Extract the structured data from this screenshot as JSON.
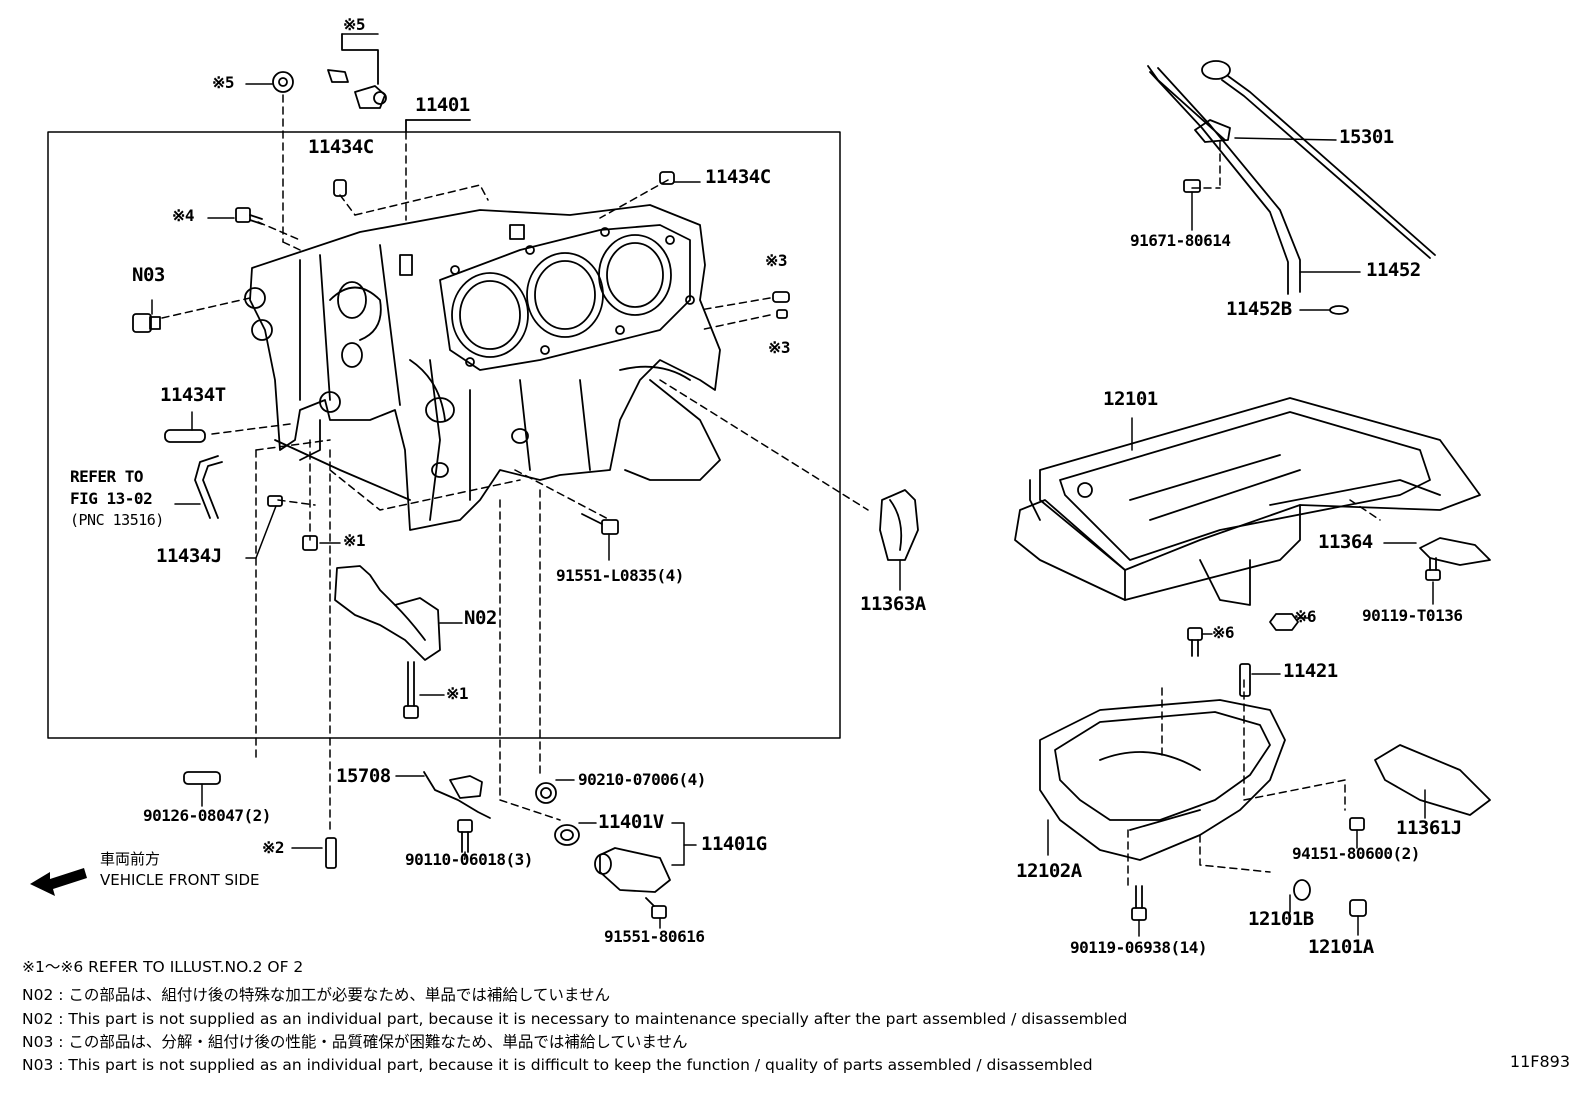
{
  "labels": {
    "ref5_top": "※5",
    "ref5_left": "※5",
    "p11401": "11401",
    "p11434C_a": "11434C",
    "p11434C_b": "11434C",
    "ref4": "※4",
    "n03": "N03",
    "ref3_a": "※3",
    "ref3_b": "※3",
    "p11434T": "11434T",
    "refer_to_1": "REFER TO",
    "refer_to_2": "FIG 13-02",
    "refer_to_3": "(PNC 13516)",
    "p11434J": "11434J",
    "ref1_a": "※1",
    "n02": "N02",
    "ref1_b": "※1",
    "p91551L0835": "91551-L0835(4)",
    "p11363A": "11363A",
    "p15301": "15301",
    "p91671": "91671-80614",
    "p11452": "11452",
    "p11452B": "11452B",
    "p12101": "12101",
    "p11364": "11364",
    "p90119T0136": "90119-T0136",
    "ref6_a": "※6",
    "ref6_b": "※6",
    "p11421": "11421",
    "p11361J": "11361J",
    "p94151": "94151-80600(2)",
    "p12102A": "12102A",
    "p12101B": "12101B",
    "p12101A": "12101A",
    "p90119_06938": "90119-06938(14)",
    "p90126": "90126-08047(2)",
    "ref2": "※2",
    "p15708": "15708",
    "p90110": "90110-06018(3)",
    "p90210": "90210-07006(4)",
    "p11401V": "11401V",
    "p11401G": "11401G",
    "p91551_80616": "91551-80616"
  },
  "front": {
    "jp": "車両前方",
    "en": "VEHICLE FRONT SIDE"
  },
  "notes": [
    "※1～※6  REFER TO ILLUST.NO.2 OF 2",
    "N02 : この部品は、組付け後の特殊な加工が必要なため、単品では補給していません",
    "N02 : This part is not supplied as an individual part, because it is necessary to maintenance specially after the part assembled / disassembled",
    "N03 : この部品は、分解・組付け後の性能・品質確保が困難なため、単品では補給していません",
    "N03 : This part is not supplied as an individual part, because it is difficult to keep the function / quality of parts  assembled / disassembled"
  ],
  "illustration_code": "11F893"
}
